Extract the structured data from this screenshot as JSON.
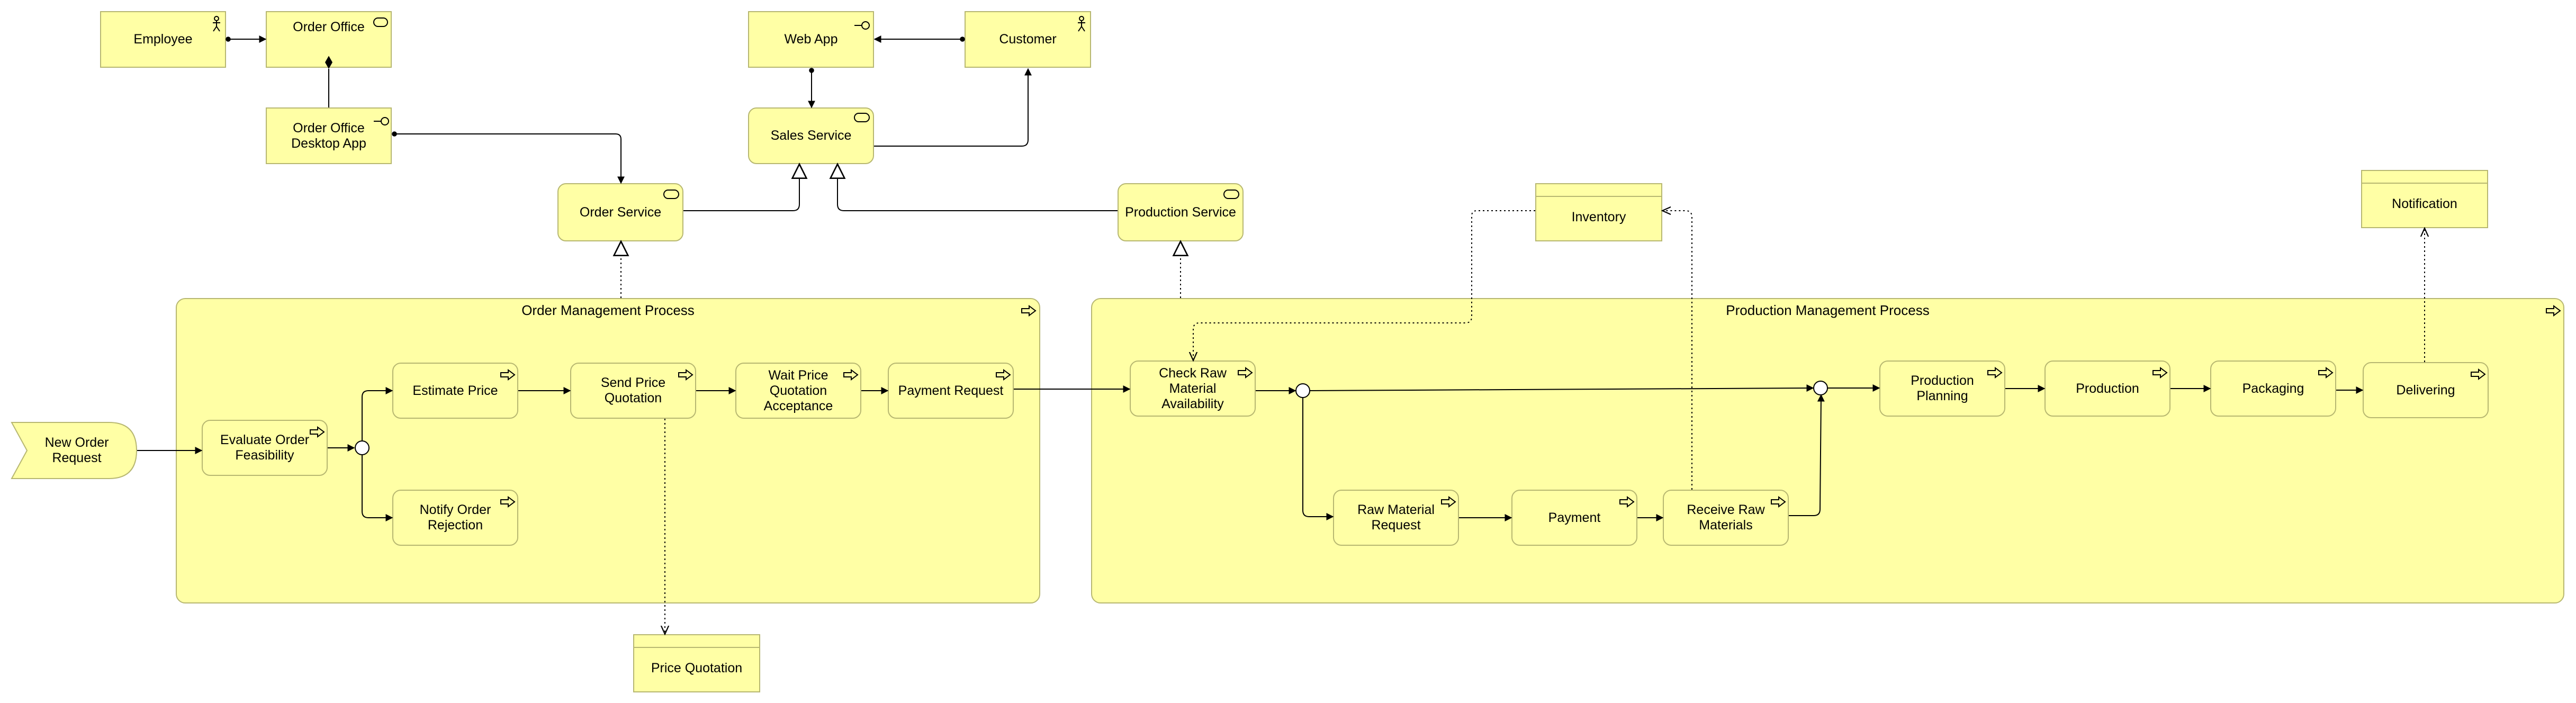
{
  "colors": {
    "fill": "#ffffa5",
    "stroke": "#b7b771",
    "line": "#000000"
  },
  "actors": {
    "employee": "Employee",
    "customer": "Customer"
  },
  "components": {
    "order_office": "Order Office",
    "order_office_desktop_app": "Order Office\nDesktop App",
    "web_app": "Web App"
  },
  "services": {
    "sales_service": "Sales Service",
    "order_service": "Order Service",
    "production_service": "Production Service"
  },
  "data_objects": {
    "inventory": "Inventory",
    "notification": "Notification",
    "price_quotation": "Price Quotation"
  },
  "event": {
    "new_order_request": "New Order\nRequest"
  },
  "order_process": {
    "title": "Order Management Process",
    "steps": {
      "evaluate": "Evaluate Order\nFeasibility",
      "estimate": "Estimate Price",
      "notify_rejection": "Notify Order\nRejection",
      "send_quotation": "Send Price\nQuotation",
      "wait_acceptance": "Wait Price\nQuotation\nAcceptance",
      "payment_request": "Payment Request"
    }
  },
  "production_process": {
    "title": "Production Management Process",
    "steps": {
      "check_raw": "Check Raw\nMaterial\nAvailability",
      "raw_request": "Raw Material\nRequest",
      "payment": "Payment",
      "receive_raw": "Receive Raw\nMaterials",
      "planning": "Production\nPlanning",
      "production": "Production",
      "packaging": "Packaging",
      "delivering": "Delivering"
    }
  }
}
